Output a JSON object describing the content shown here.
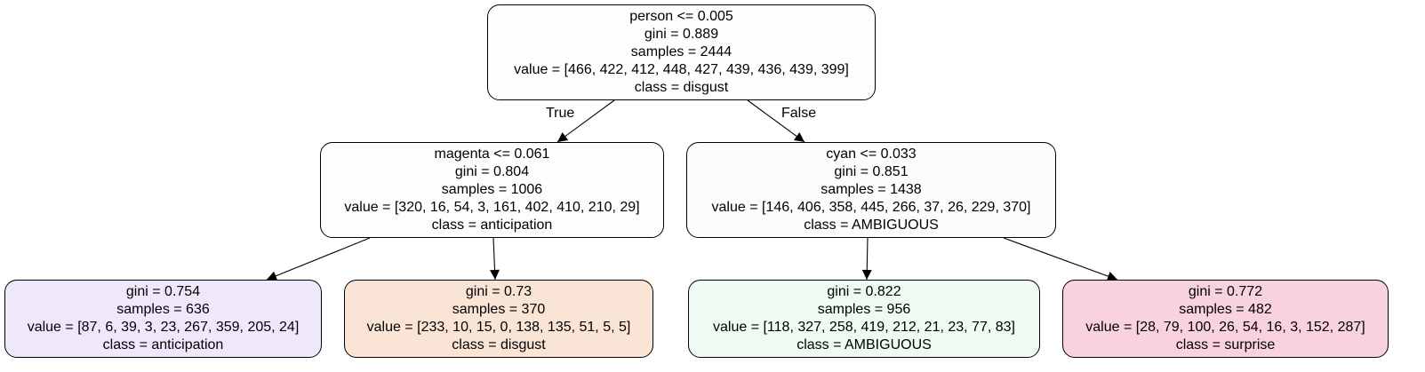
{
  "tree": {
    "nodes": {
      "root": {
        "lines": [
          "person <= 0.005",
          "gini = 0.889",
          "samples = 2444",
          "value = [466, 422, 412, 448, 427, 439, 436, 439, 399]",
          "class = disgust"
        ],
        "fill": "#fefefe"
      },
      "left": {
        "lines": [
          "magenta <= 0.061",
          "gini = 0.804",
          "samples = 1006",
          "value = [320, 16, 54, 3, 161, 402, 410, 210, 29]",
          "class = anticipation"
        ],
        "fill": "#fdfdfd"
      },
      "right": {
        "lines": [
          "cyan <= 0.033",
          "gini = 0.851",
          "samples = 1438",
          "value = [146, 406, 358, 445, 266, 37, 26, 229, 370]",
          "class = AMBIGUOUS"
        ],
        "fill": "#fafdfb"
      },
      "ll": {
        "lines": [
          "gini = 0.754",
          "samples = 636",
          "value = [87, 6, 39, 3, 23, 267, 359, 205, 24]",
          "class = anticipation"
        ],
        "fill": "#efe8fb"
      },
      "lr": {
        "lines": [
          "gini = 0.73",
          "samples = 370",
          "value = [233, 10, 15, 0, 138, 135, 51, 5, 5]",
          "class = disgust"
        ],
        "fill": "#f9e4d6"
      },
      "rl": {
        "lines": [
          "gini = 0.822",
          "samples = 956",
          "value = [118, 327, 258, 419, 212, 21, 23, 77, 83]",
          "class = AMBIGUOUS"
        ],
        "fill": "#eefbf2"
      },
      "rr": {
        "lines": [
          "gini = 0.772",
          "samples = 482",
          "value = [28, 79, 100, 26, 54, 16, 3, 152, 287]",
          "class = surprise"
        ],
        "fill": "#f8d2dc"
      }
    },
    "edges": [
      {
        "from": "root",
        "to": "left",
        "label": "True"
      },
      {
        "from": "root",
        "to": "right",
        "label": "False"
      },
      {
        "from": "left",
        "to": "ll",
        "label": ""
      },
      {
        "from": "left",
        "to": "lr",
        "label": ""
      },
      {
        "from": "right",
        "to": "rl",
        "label": ""
      },
      {
        "from": "right",
        "to": "rr",
        "label": ""
      }
    ]
  }
}
